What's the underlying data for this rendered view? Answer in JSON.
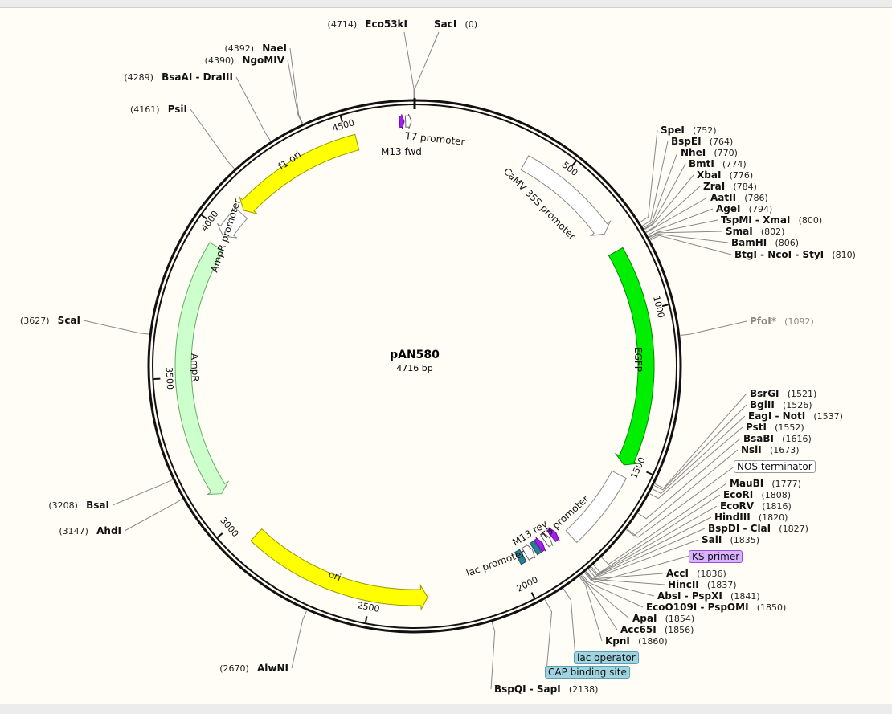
{
  "map": {
    "name": "pAN580",
    "length_label": "4716 bp",
    "length": 4716
  },
  "ticks": [
    500,
    1000,
    1500,
    2000,
    2500,
    3000,
    3500,
    4000,
    4500
  ],
  "features": [
    {
      "name": "f1 ori",
      "start": 4092,
      "end": 4527,
      "dir": -1,
      "color": "#ffff00",
      "stroke": "#999900"
    },
    {
      "name": "AmpR promoter",
      "start": 3985,
      "end": 4080,
      "dir": -1,
      "color": "#ffffff",
      "stroke": "#888888"
    },
    {
      "name": "AmpR",
      "start": 3099,
      "end": 3945,
      "dir": -1,
      "color": "#ccffcc",
      "stroke": "#66aa66"
    },
    {
      "name": "ori",
      "start": 2316,
      "end": 2924,
      "dir": -1,
      "color": "#ffff00",
      "stroke": "#999900"
    },
    {
      "name": "CaMV 35S promoter",
      "start": 372,
      "end": 722,
      "dir": 1,
      "color": "#ffffff",
      "stroke": "#888888"
    },
    {
      "name": "EGFP",
      "start": 790,
      "end": 1510,
      "dir": 1,
      "color": "#00ee00",
      "stroke": "#008800"
    },
    {
      "name": "NOS terminator",
      "start": 1545,
      "end": 1800,
      "dir": 0,
      "color": "#ffffff",
      "stroke": "#888888"
    },
    {
      "name": "KS primer",
      "start": 1830,
      "end": 1850,
      "dir": -1,
      "color": "#a020f0",
      "stroke": "#6a0aa8"
    },
    {
      "name": "T3 promoter",
      "start": 1858,
      "end": 1878,
      "dir": -1,
      "color": "#ffffff",
      "stroke": "#666666"
    },
    {
      "name": "M13 rev",
      "start": 1888,
      "end": 1906,
      "dir": -1,
      "color": "#a020f0",
      "stroke": "#6a0aa8"
    },
    {
      "name": "lac operator",
      "start": 1909,
      "end": 1925,
      "dir": 0,
      "color": "#2a7f96",
      "stroke": "#1a5566"
    },
    {
      "name": "lac promoter",
      "start": 1930,
      "end": 1958,
      "dir": -1,
      "color": "#ffffff",
      "stroke": "#666666"
    },
    {
      "name": "CAP binding site",
      "start": 1968,
      "end": 1988,
      "dir": 0,
      "color": "#2a7f96",
      "stroke": "#1a5566"
    },
    {
      "name": "M13 fwd",
      "start": 4670,
      "end": 4684,
      "dir": 1,
      "color": "#a020f0",
      "stroke": "#6a0aa8"
    },
    {
      "name": "T7 promoter",
      "start": 4688,
      "end": 4706,
      "dir": 1,
      "color": "#ffffff",
      "stroke": "#666666"
    }
  ],
  "feature_labels": {
    "f1_ori": "f1 ori",
    "ampr_promoter": "AmpR promoter",
    "ampr": "AmpR",
    "ori": "ori",
    "camv": "CaMV 35S promoter",
    "egfp": "EGFP",
    "t3": "T3 promoter",
    "m13rev": "M13 rev",
    "lacprom": "lac promoter",
    "t7": "T7 promoter",
    "m13fwd": "M13 fwd",
    "nos": "NOS terminator",
    "ks": "KS primer",
    "lacop": "lac operator",
    "cap": "CAP binding site"
  },
  "sites": [
    {
      "name": "Eco53kI",
      "pos": "(4714)",
      "bp": 4714
    },
    {
      "name": "SacI",
      "pos": "(0)",
      "bp": 0
    },
    {
      "name": "NaeI",
      "pos": "(4392)",
      "bp": 4392
    },
    {
      "name": "NgoMIV",
      "pos": "(4390)",
      "bp": 4390
    },
    {
      "name": "BsaAI - DraIII",
      "pos": "(4289)",
      "bp": 4289
    },
    {
      "name": "PsiI",
      "pos": "(4161)",
      "bp": 4161
    },
    {
      "name": "ScaI",
      "pos": "(3627)",
      "bp": 3627
    },
    {
      "name": "BsaI",
      "pos": "(3208)",
      "bp": 3208
    },
    {
      "name": "AhdI",
      "pos": "(3147)",
      "bp": 3147
    },
    {
      "name": "AlwNI",
      "pos": "(2670)",
      "bp": 2670
    },
    {
      "name": "SpeI",
      "pos": "(752)",
      "bp": 752
    },
    {
      "name": "BspEI",
      "pos": "(764)",
      "bp": 764
    },
    {
      "name": "NheI",
      "pos": "(770)",
      "bp": 770
    },
    {
      "name": "BmtI",
      "pos": "(774)",
      "bp": 774
    },
    {
      "name": "XbaI",
      "pos": "(776)",
      "bp": 776
    },
    {
      "name": "ZraI",
      "pos": "(784)",
      "bp": 784
    },
    {
      "name": "AatII",
      "pos": "(786)",
      "bp": 786
    },
    {
      "name": "AgeI",
      "pos": "(794)",
      "bp": 794
    },
    {
      "name": "TspMI - XmaI",
      "pos": "(800)",
      "bp": 800
    },
    {
      "name": "SmaI",
      "pos": "(802)",
      "bp": 802
    },
    {
      "name": "BamHI",
      "pos": "(806)",
      "bp": 806
    },
    {
      "name": "BtgI - NcoI - StyI",
      "pos": "(810)",
      "bp": 810
    },
    {
      "name": "PfoI*",
      "pos": "(1092)",
      "bp": 1092,
      "grey": true
    },
    {
      "name": "BsrGI",
      "pos": "(1521)",
      "bp": 1521
    },
    {
      "name": "BglII",
      "pos": "(1526)",
      "bp": 1526
    },
    {
      "name": "EagI - NotI",
      "pos": "(1537)",
      "bp": 1537
    },
    {
      "name": "PstI",
      "pos": "(1552)",
      "bp": 1552
    },
    {
      "name": "BsaBI",
      "pos": "(1616)",
      "bp": 1616
    },
    {
      "name": "NsiI",
      "pos": "(1673)",
      "bp": 1673
    },
    {
      "name": "MauBI",
      "pos": "(1777)",
      "bp": 1777
    },
    {
      "name": "EcoRI",
      "pos": "(1808)",
      "bp": 1808
    },
    {
      "name": "EcoRV",
      "pos": "(1816)",
      "bp": 1816
    },
    {
      "name": "HindIII",
      "pos": "(1820)",
      "bp": 1820
    },
    {
      "name": "BspDI - ClaI",
      "pos": "(1827)",
      "bp": 1827
    },
    {
      "name": "SalI",
      "pos": "(1835)",
      "bp": 1835
    },
    {
      "name": "AccI",
      "pos": "(1836)",
      "bp": 1836
    },
    {
      "name": "HincII",
      "pos": "(1837)",
      "bp": 1837
    },
    {
      "name": "AbsI - PspXI",
      "pos": "(1841)",
      "bp": 1841
    },
    {
      "name": "EcoO109I - PspOMI",
      "pos": "(1850)",
      "bp": 1850
    },
    {
      "name": "ApaI",
      "pos": "(1854)",
      "bp": 1854
    },
    {
      "name": "Acc65I",
      "pos": "(1856)",
      "bp": 1856
    },
    {
      "name": "KpnI",
      "pos": "(1860)",
      "bp": 1860
    },
    {
      "name": "BspQI - SapI",
      "pos": "(2138)",
      "bp": 2138
    }
  ]
}
